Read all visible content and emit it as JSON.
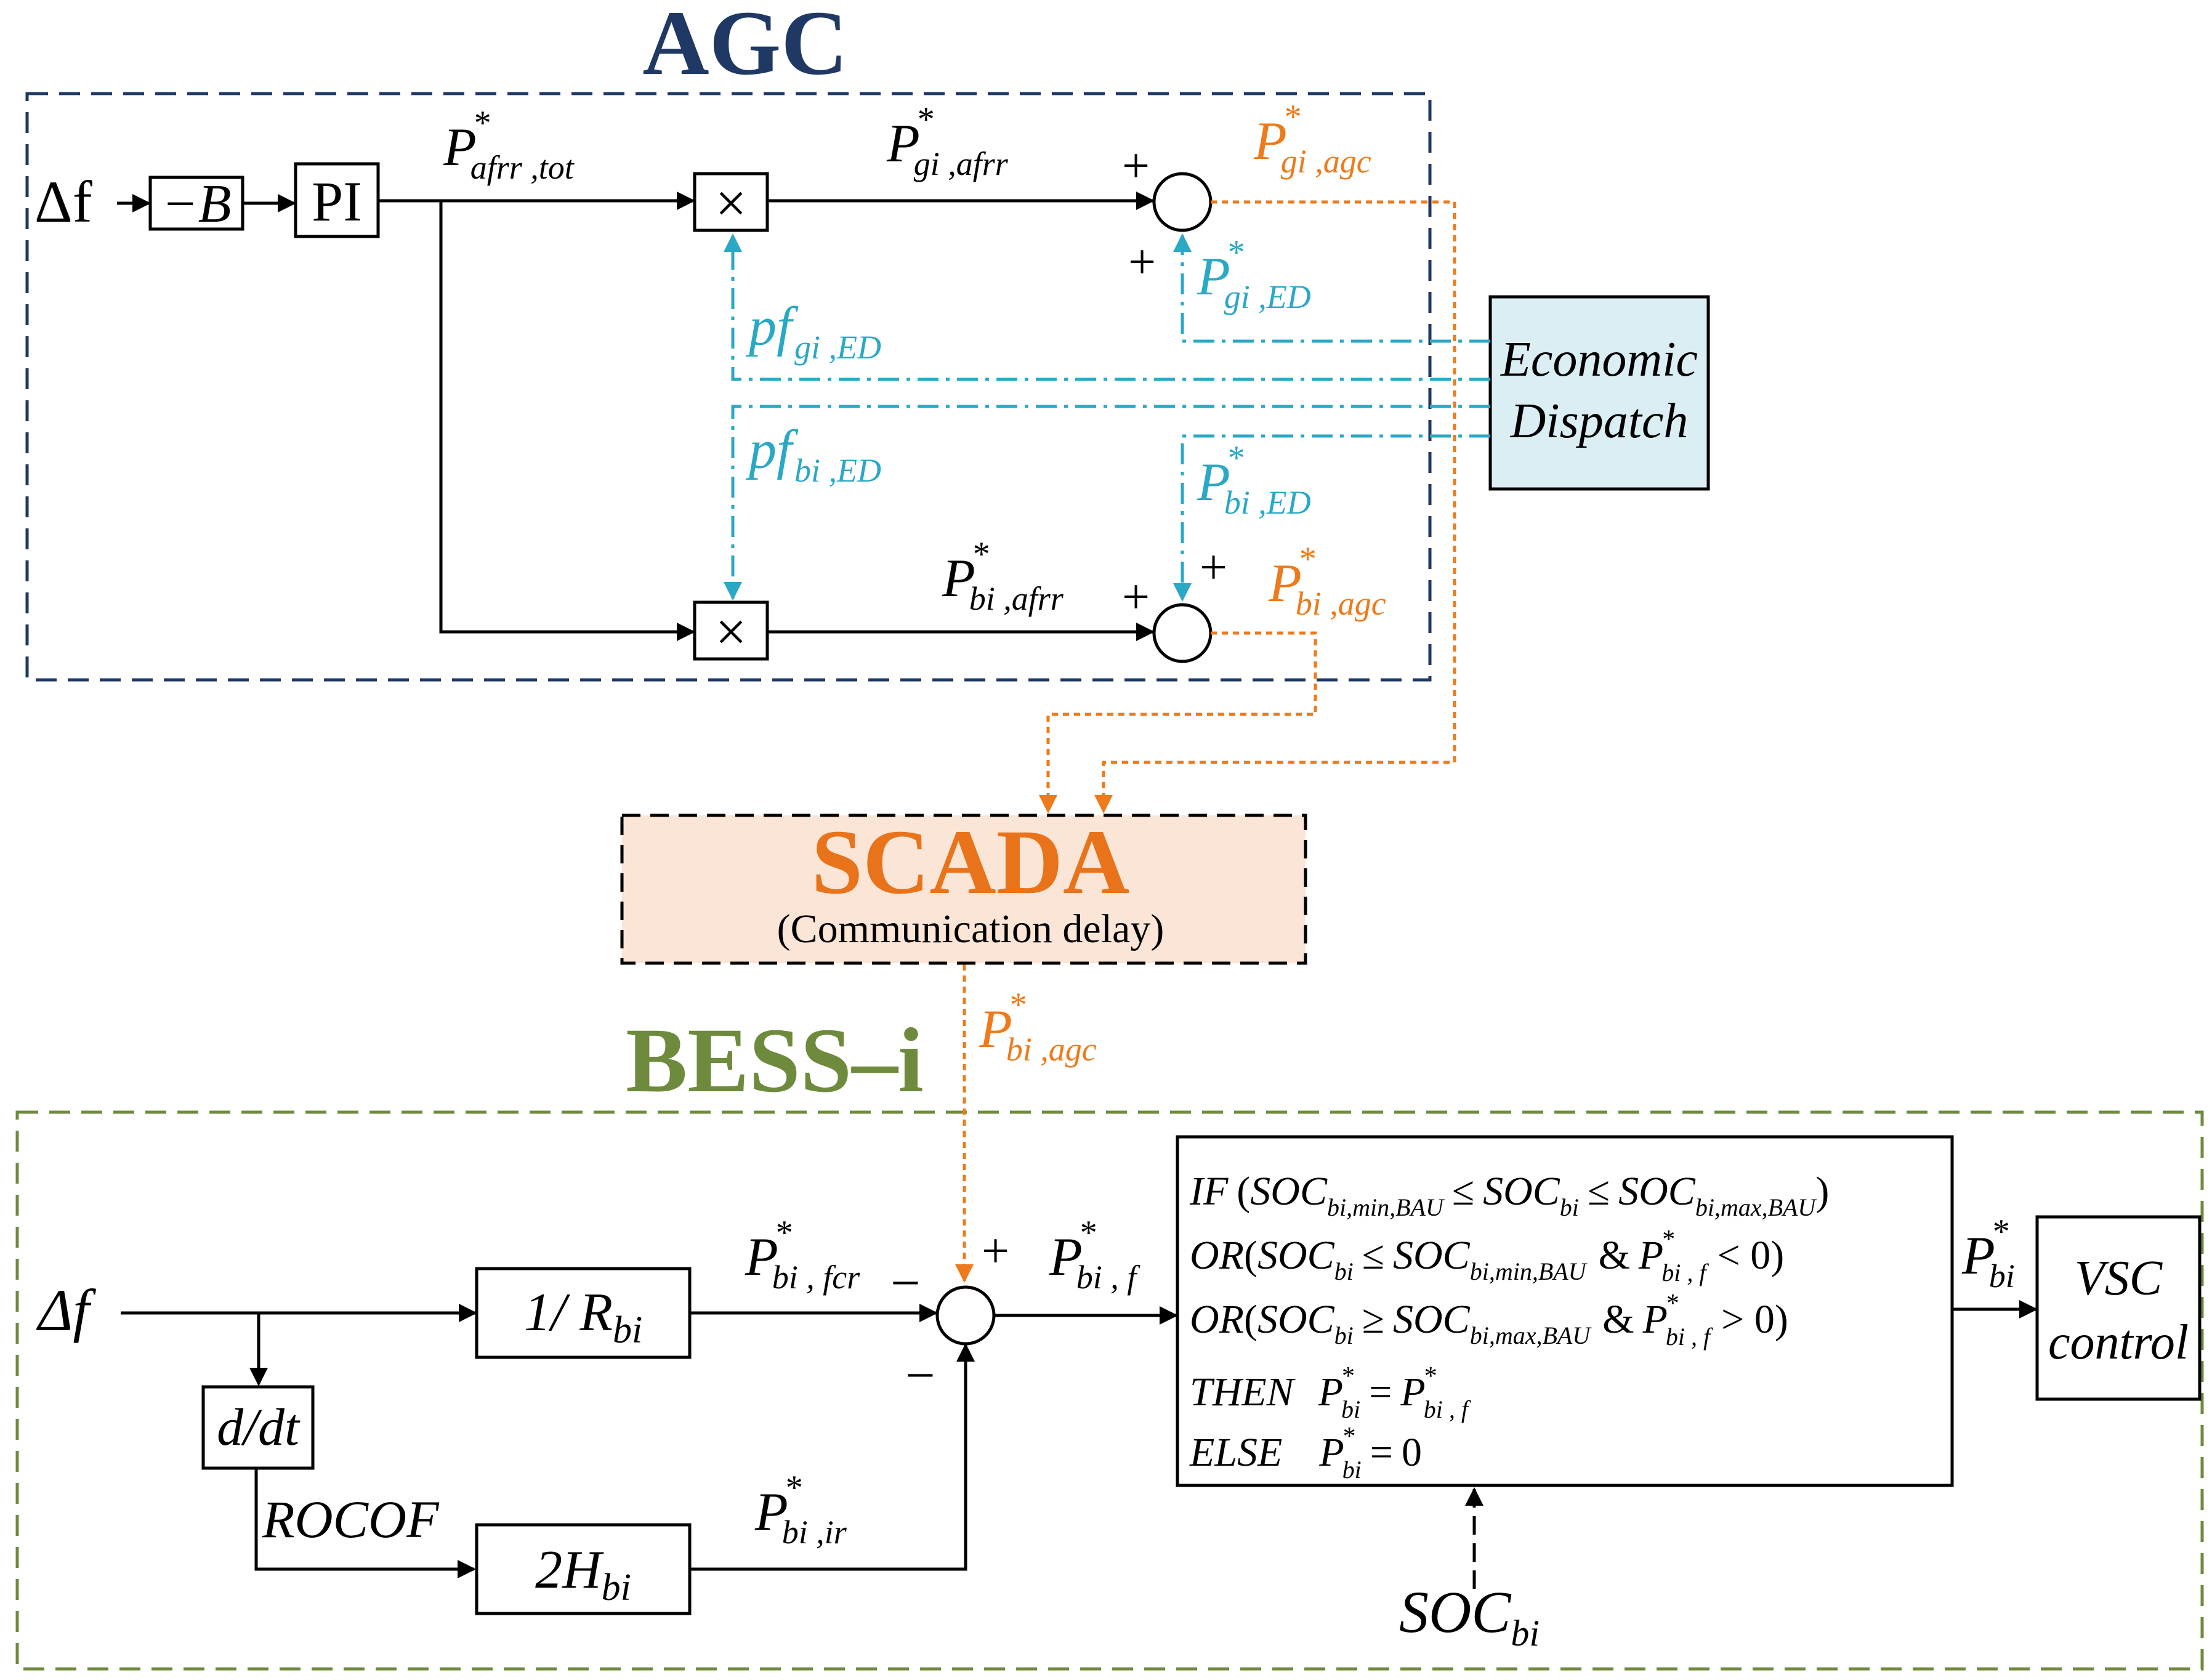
{
  "colors": {
    "agc_frame": "#1f3864",
    "bess_frame": "#6e8b3d",
    "agc_title": "#1f3864",
    "bess_title": "#6e8b3d",
    "scada_title": "#e8731a",
    "scada_fill": "#fbe5d6",
    "ed_fill": "#dbeef4",
    "cyan": "#2aa8c6",
    "orange": "#ee7a1b"
  },
  "agc": {
    "title": "AGC",
    "input_symbol": "Δf",
    "gain_block": "−B",
    "pi_block": "PI",
    "p_afrr_tot": {
      "base": "P",
      "sup": "*",
      "sub": "afrr ,tot"
    },
    "p_gi_afrr": {
      "base": "P",
      "sup": "*",
      "sub": "gi ,afrr"
    },
    "p_bi_afrr": {
      "base": "P",
      "sup": "*",
      "sub": "bi ,afrr"
    },
    "pf_gi_ed": {
      "base": "pf",
      "sub": "gi ,ED"
    },
    "pf_bi_ed": {
      "base": "pf",
      "sub": "bi ,ED"
    },
    "p_gi_ed": {
      "base": "P",
      "sup": "*",
      "sub": "gi ,ED"
    },
    "p_bi_ed": {
      "base": "P",
      "sup": "*",
      "sub": "bi ,ED"
    },
    "p_gi_agc": {
      "base": "P",
      "sup": "*",
      "sub": "gi ,agc"
    },
    "p_bi_agc": {
      "base": "P",
      "sup": "*",
      "sub": "bi ,agc"
    },
    "multiplier_symbol": "×",
    "plus": "+"
  },
  "economic_dispatch": {
    "line1": "Economic",
    "line2": "Dispatch"
  },
  "scada": {
    "title": "SCADA",
    "subtitle": "(Communication delay)"
  },
  "bess": {
    "title": "BESS–i",
    "input_symbol": "Δf",
    "droop_block": {
      "base": "1/ R",
      "sub": "bi"
    },
    "inertia_block": {
      "base": "2H",
      "sub": "bi"
    },
    "derivative_block": "d/dt",
    "rocof_label": "ROCOF",
    "p_bi_agc": {
      "base": "P",
      "sup": "*",
      "sub": "bi ,agc"
    },
    "p_bi_fcr": {
      "base": "P",
      "sup": "*",
      "sub": "bi , fcr"
    },
    "p_bi_ir": {
      "base": "P",
      "sup": "*",
      "sub": "bi ,ir"
    },
    "p_bi_f": {
      "base": "P",
      "sup": "*",
      "sub": "bi , f"
    },
    "p_bi": {
      "base": "P",
      "sup": "*",
      "sub": "bi"
    },
    "minus": "−",
    "plus": "+",
    "vsc": {
      "line1": "VSC",
      "line2": "control"
    },
    "soc_input": {
      "base": "SOC",
      "sub": "bi"
    },
    "logic": {
      "if_kw": "IF",
      "or_kw": "OR",
      "then_kw": "THEN",
      "else_kw": "ELSE",
      "soc": "SOC",
      "p": "P",
      "star": "*",
      "sub_bi": "bi",
      "sub_min_bau": "bi,min,BAU",
      "sub_max_bau": "bi,max,BAU",
      "sub_bi_f": "bi , f",
      "le": "≤",
      "ge": "≥",
      "amp": "&",
      "lt_zero": "< 0)",
      "gt_zero": "> 0)",
      "close_paren": ")",
      "open_paren": "(",
      "eq": "=",
      "zero": "0"
    }
  }
}
